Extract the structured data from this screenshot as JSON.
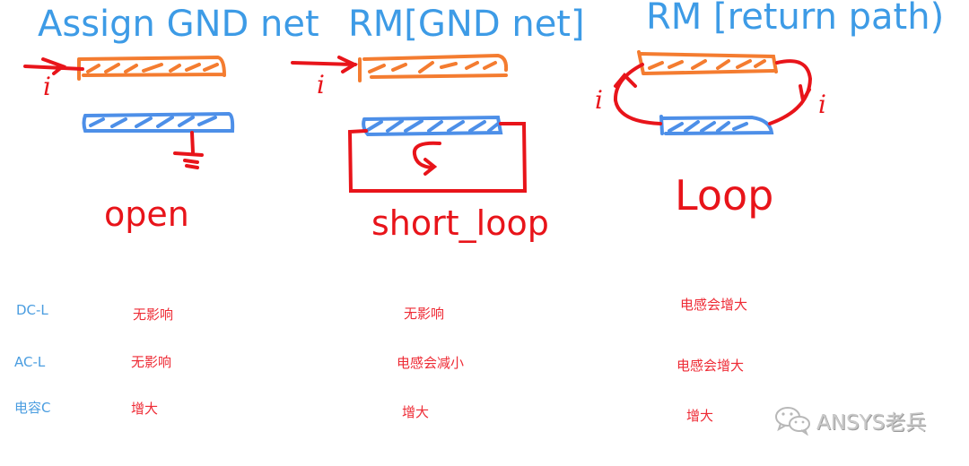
{
  "colors": {
    "title_blue": "#3d9be6",
    "signal_orange": "#f47c30",
    "ground_blue": "#4d8fe8",
    "current_red": "#e8141a",
    "table_label_blue": "#4a9de0",
    "table_value_red": "#ee2b35"
  },
  "diagrams": [
    {
      "title": "Assign GND net",
      "caption": "open",
      "current_label": "i"
    },
    {
      "title": "RM[GND net]",
      "caption": "short_loop",
      "current_label": "i"
    },
    {
      "title": "RM [return path)",
      "caption": "Loop",
      "current_label_left": "i",
      "current_label_right": "i"
    }
  ],
  "table": {
    "rows": [
      {
        "label": "DC-L",
        "values": [
          "无影响",
          "无影响",
          "电感会增大"
        ]
      },
      {
        "label": "AC-L",
        "values": [
          "无影响",
          "电感会减小",
          "电感会增大"
        ]
      },
      {
        "label": "电容C",
        "values": [
          "增大",
          "增大",
          "增大"
        ]
      }
    ]
  },
  "watermark": {
    "icon": "wechat-icon",
    "text": "ANSYS老兵"
  }
}
